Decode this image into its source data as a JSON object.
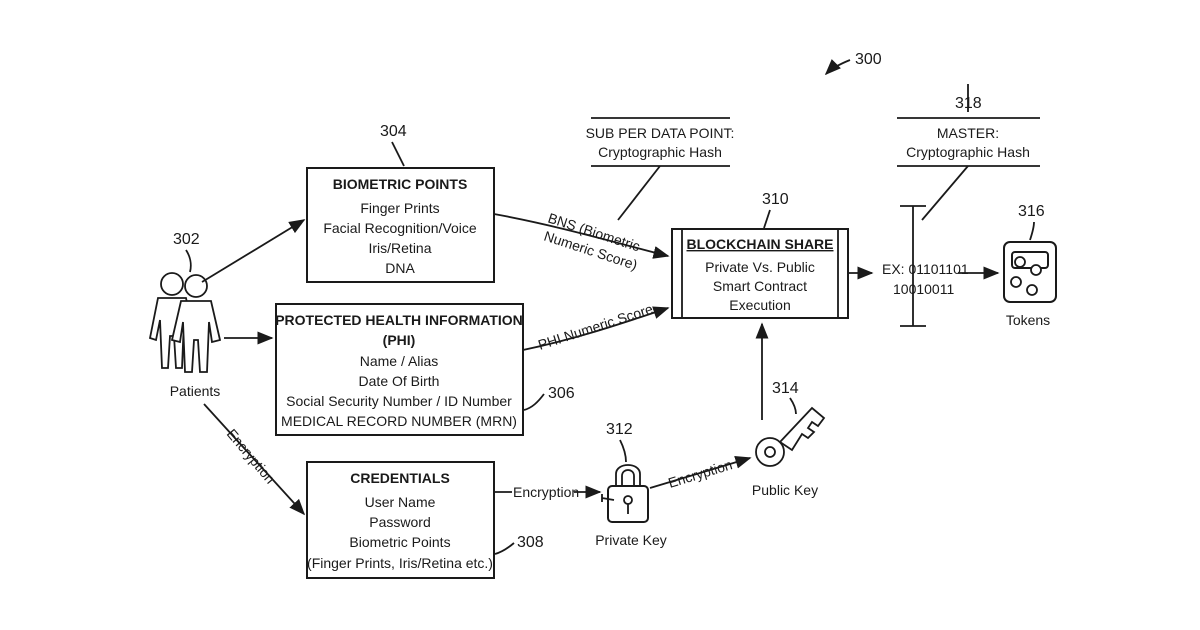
{
  "figure_number": "300",
  "patients": {
    "ref": "302",
    "label": "Patients"
  },
  "biometric_box": {
    "ref": "304",
    "title": "BIOMETRIC POINTS",
    "lines": [
      "Finger Prints",
      "Facial Recognition/Voice",
      "Iris/Retina",
      "DNA"
    ]
  },
  "phi_box": {
    "ref": "306",
    "title_line1": "PROTECTED HEALTH INFORMATION",
    "title_line2": "(PHI)",
    "lines": [
      "Name / Alias",
      "Date Of Birth",
      "Social Security Number / ID Number",
      "MEDICAL RECORD NUMBER (MRN)"
    ]
  },
  "credentials_box": {
    "ref": "308",
    "title": "CREDENTIALS",
    "lines": [
      "User Name",
      "Password",
      "Biometric Points",
      "(Finger Prints, Iris/Retina etc.)"
    ]
  },
  "blockchain_box": {
    "ref": "310",
    "title": "BLOCKCHAIN SHARE",
    "lines": [
      "Private Vs. Public",
      "Smart Contract",
      "Execution"
    ]
  },
  "private_key": {
    "ref": "312",
    "label": "Private Key"
  },
  "public_key": {
    "ref": "314",
    "label": "Public Key"
  },
  "tokens": {
    "ref": "316",
    "label": "Tokens"
  },
  "sub_hash": {
    "line1": "SUB PER DATA POINT:",
    "line2": "Cryptographic Hash"
  },
  "master_hash": {
    "ref": "318",
    "line1": "MASTER:",
    "line2": "Cryptographic Hash"
  },
  "edge_labels": {
    "bns_line1": "BNS (Biometric",
    "bns_line2": "Numeric Score)",
    "phi_score": "PHI Numeric Score",
    "encryption_patients": "Encryption",
    "encryption_credentials": "Encryption",
    "encryption_keys": "Encryption"
  },
  "example": {
    "line1": "EX: 01101101",
    "line2": "10010011"
  }
}
